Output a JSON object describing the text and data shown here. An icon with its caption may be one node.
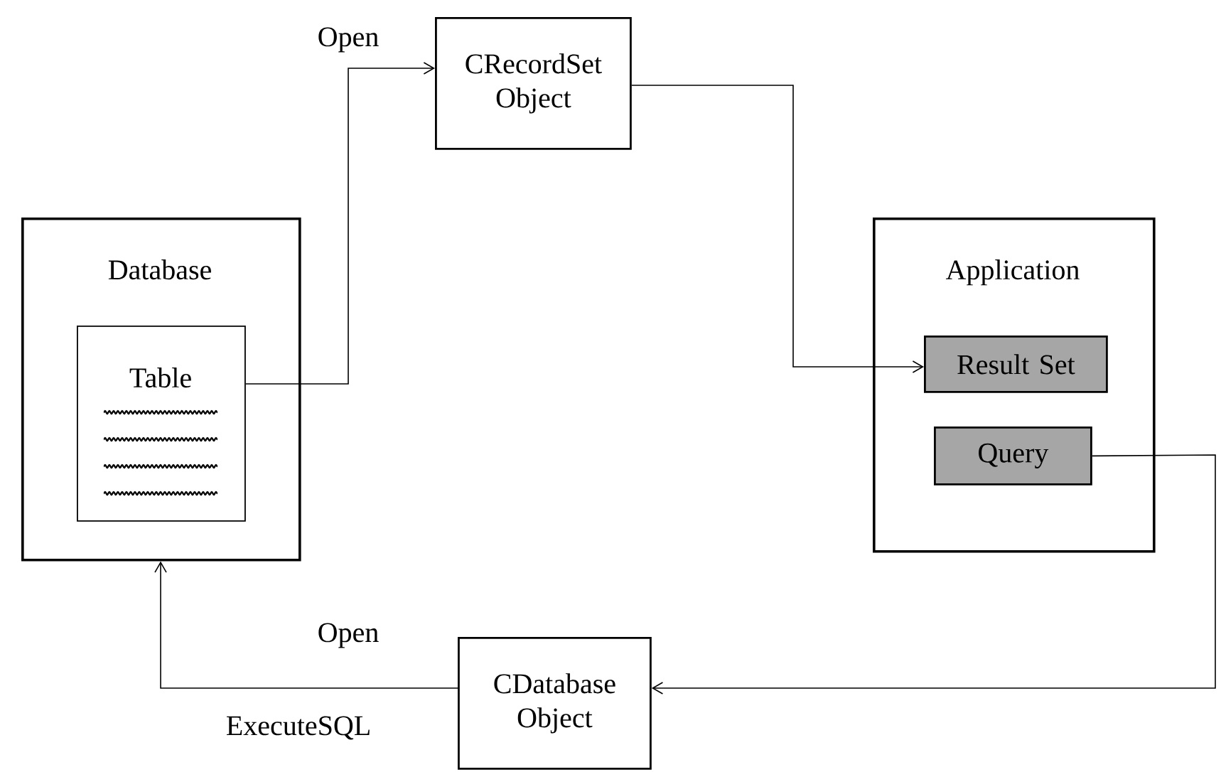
{
  "diagram": {
    "nodes": [
      {
        "text": [
          "Database"
        ]
      },
      {
        "text": [
          "Table"
        ],
        "in": 0
      },
      {
        "text": [
          "CRecordSet Object"
        ]
      },
      {
        "text": [
          "Application"
        ]
      },
      {
        "text": [
          "Result Set"
        ],
        "in": 3
      },
      {
        "text": [
          "Query"
        ],
        "in": 3
      },
      {
        "text": [
          "CDatabase Object"
        ]
      }
    ],
    "edges": [
      {
        "from": 1,
        "to": 2,
        "arrow": "to",
        "label": "Open"
      },
      {
        "from": 2,
        "to": 4,
        "arrow": "to"
      },
      {
        "from": 5,
        "to": 6,
        "arrow": "to"
      },
      {
        "from": 6,
        "to": 0,
        "arrow": "to",
        "label": "Open"
      }
    ],
    "labels": [
      "ExecuteSQL"
    ]
  }
}
